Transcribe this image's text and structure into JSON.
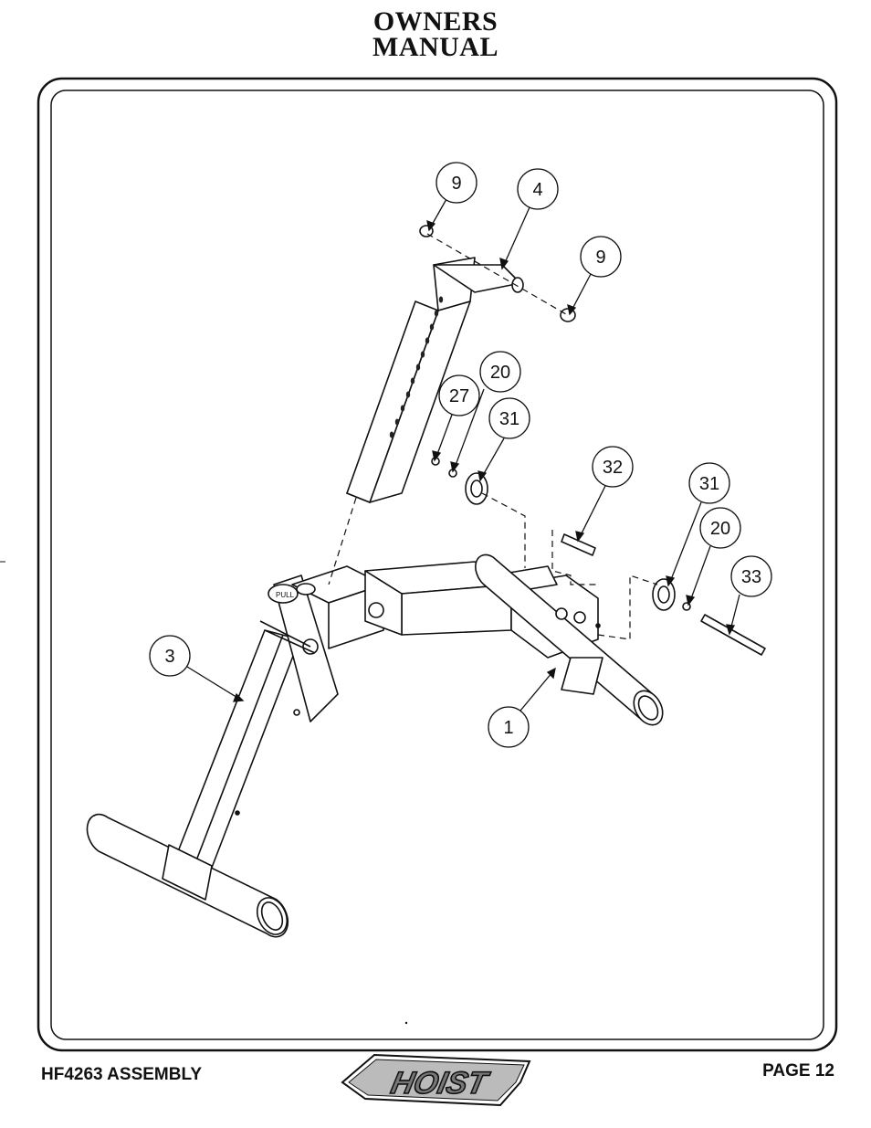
{
  "header": {
    "line1": "OWNERS",
    "line2": "MANUAL"
  },
  "callouts": {
    "c9a": "9",
    "c4": "4",
    "c9b": "9",
    "c20a": "20",
    "c27": "27",
    "c31a": "31",
    "c32": "32",
    "c31b": "31",
    "c20b": "20",
    "c33": "33",
    "c3": "3",
    "c1": "1"
  },
  "footer": {
    "model": "HF4263 ASSEMBLY",
    "brand": "HOIST",
    "page": "PAGE 12"
  }
}
